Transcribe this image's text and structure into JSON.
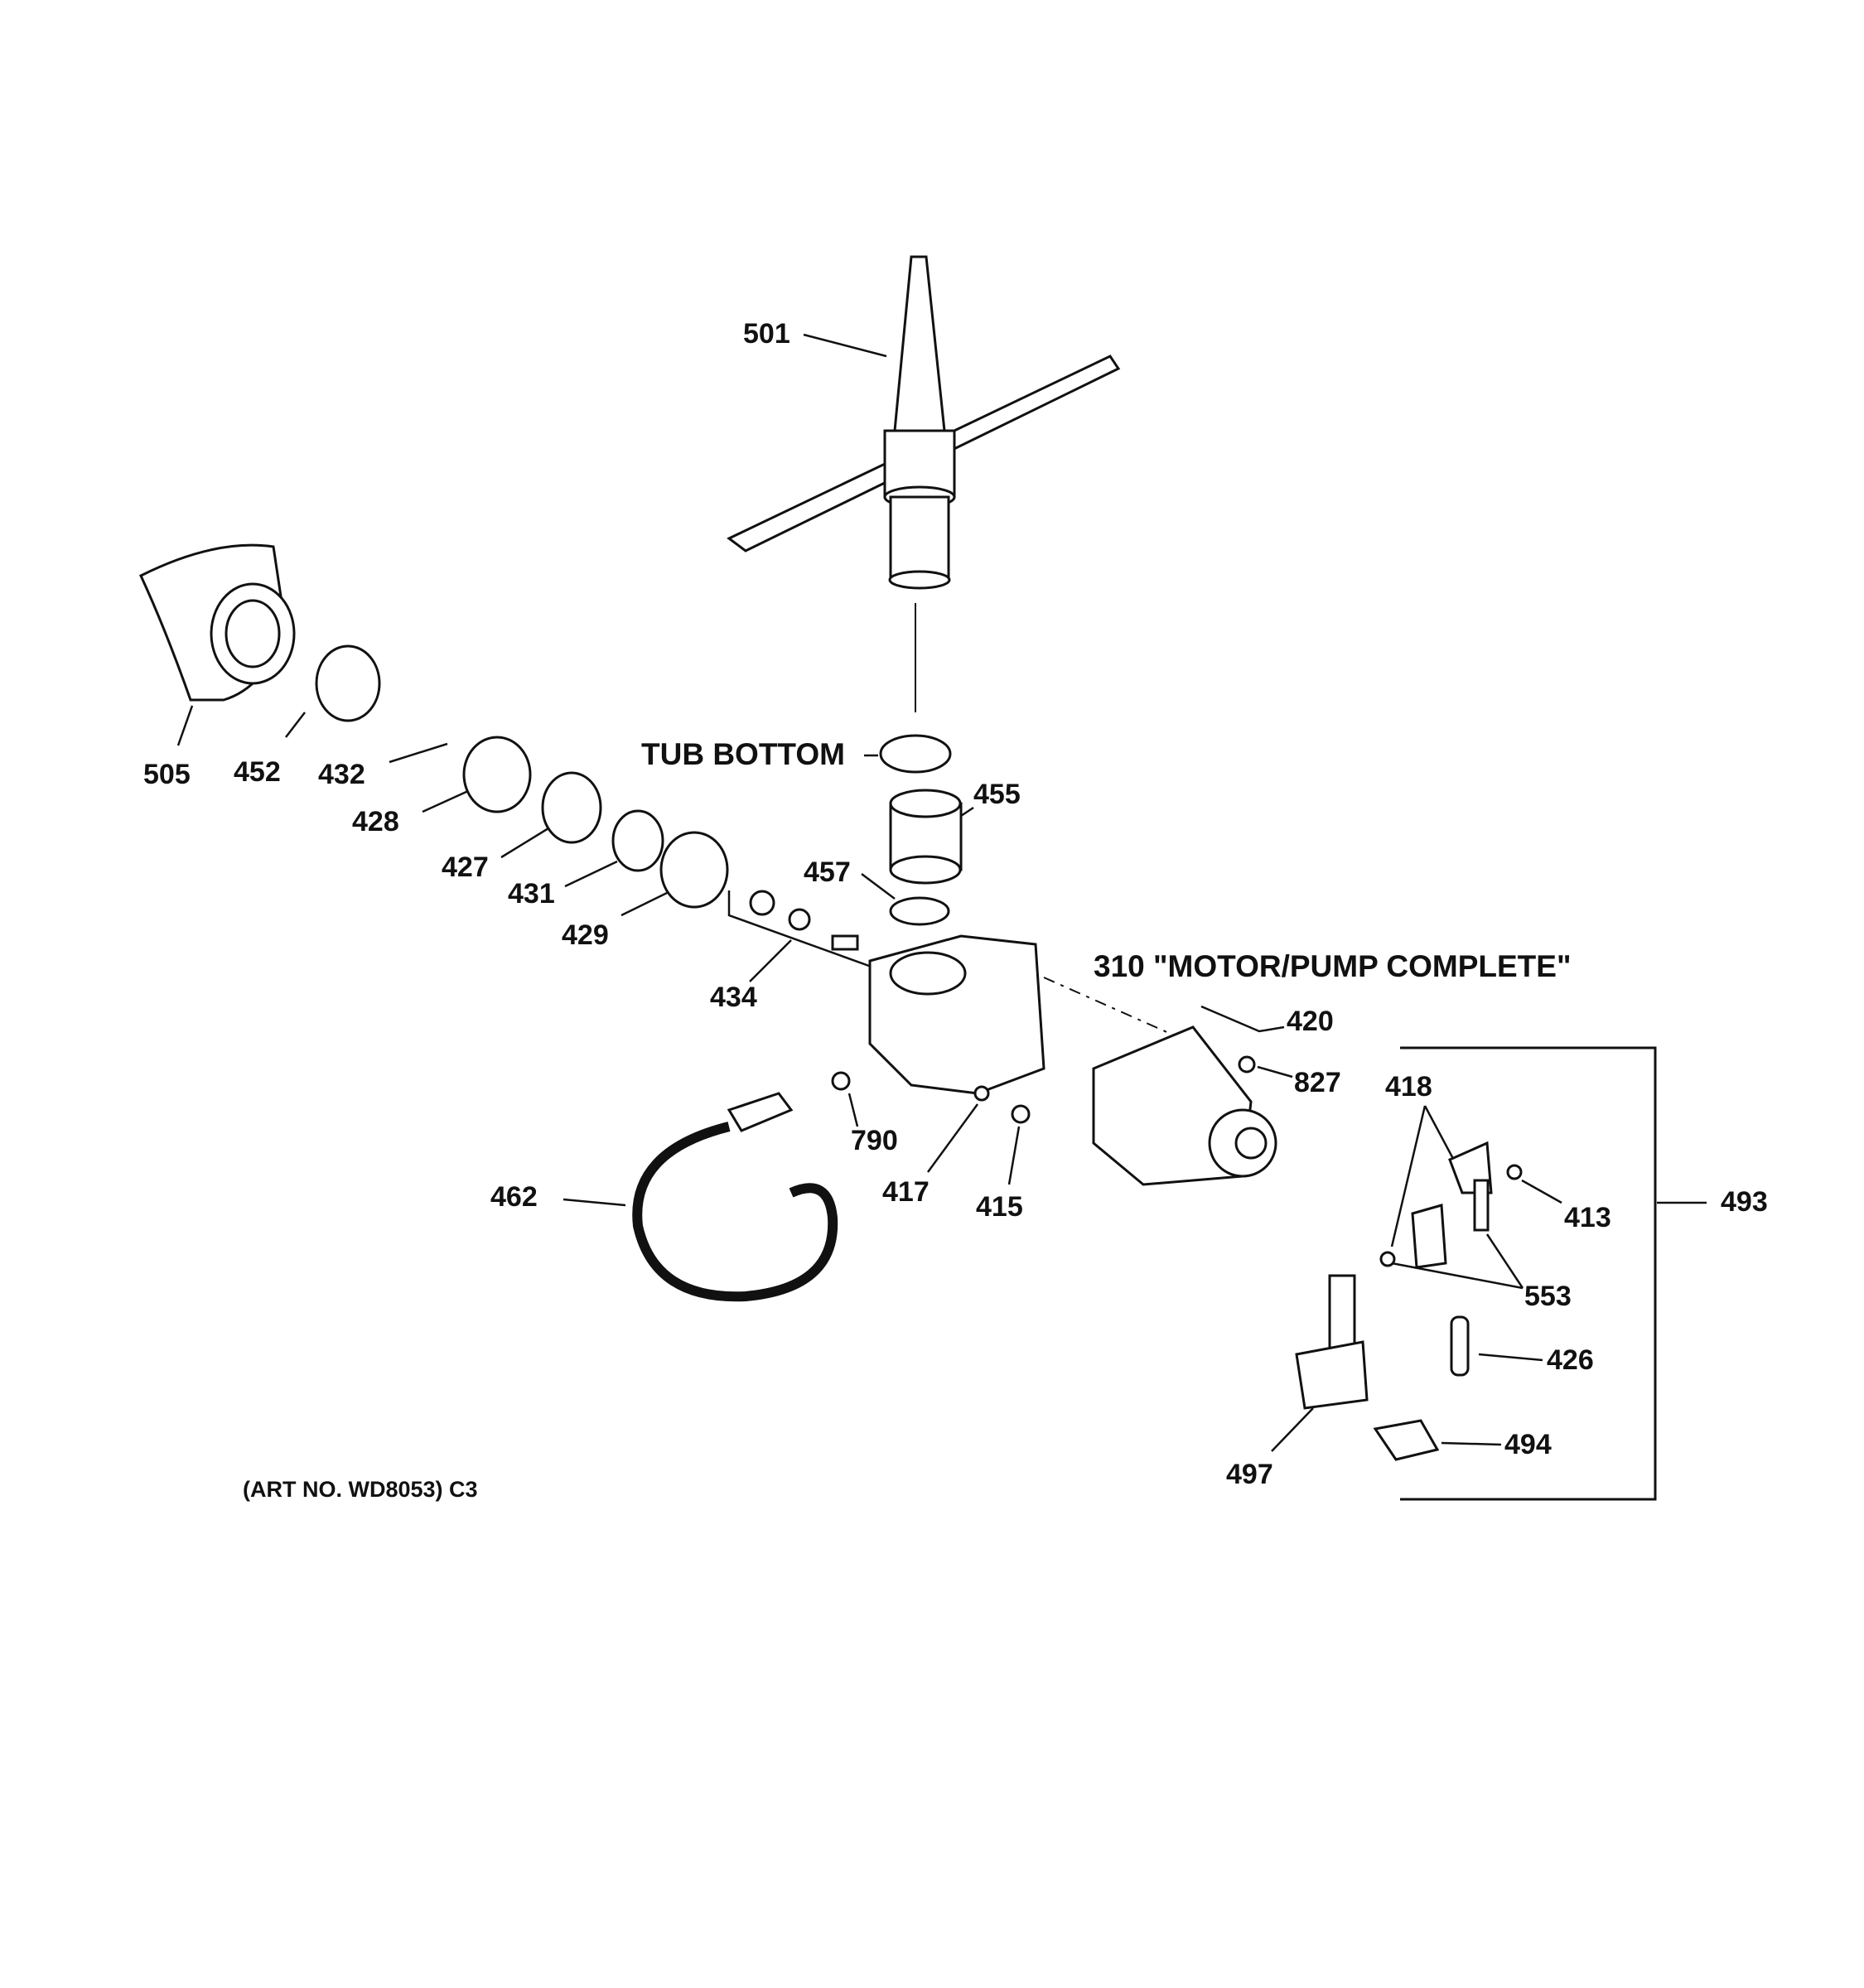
{
  "labels": {
    "spray_arm": "501",
    "sump_inlet": "505",
    "clamp_452": "452",
    "clamp_432": "432",
    "chopper_428": "428",
    "screen_427": "427",
    "ring_431": "431",
    "impeller_429": "429",
    "seal_kit_434": "434",
    "tub_bottom": "TUB BOTTOM",
    "gasket_455": "455",
    "clamp_457": "457",
    "motor_pump_complete": "310 \"MOTOR/PUMP COMPLETE\"",
    "wire_420": "420",
    "screw_827": "827",
    "clip_790": "790",
    "washer_417": "417",
    "nut_415": "415",
    "hose_462": "462",
    "spring_418": "418",
    "ring_413": "413",
    "assembly_493": "493",
    "spring_553": "553",
    "pin_426": "426",
    "bracket_497": "497",
    "solenoid_494": "494",
    "art_number": "(ART NO. WD8053) C3"
  }
}
